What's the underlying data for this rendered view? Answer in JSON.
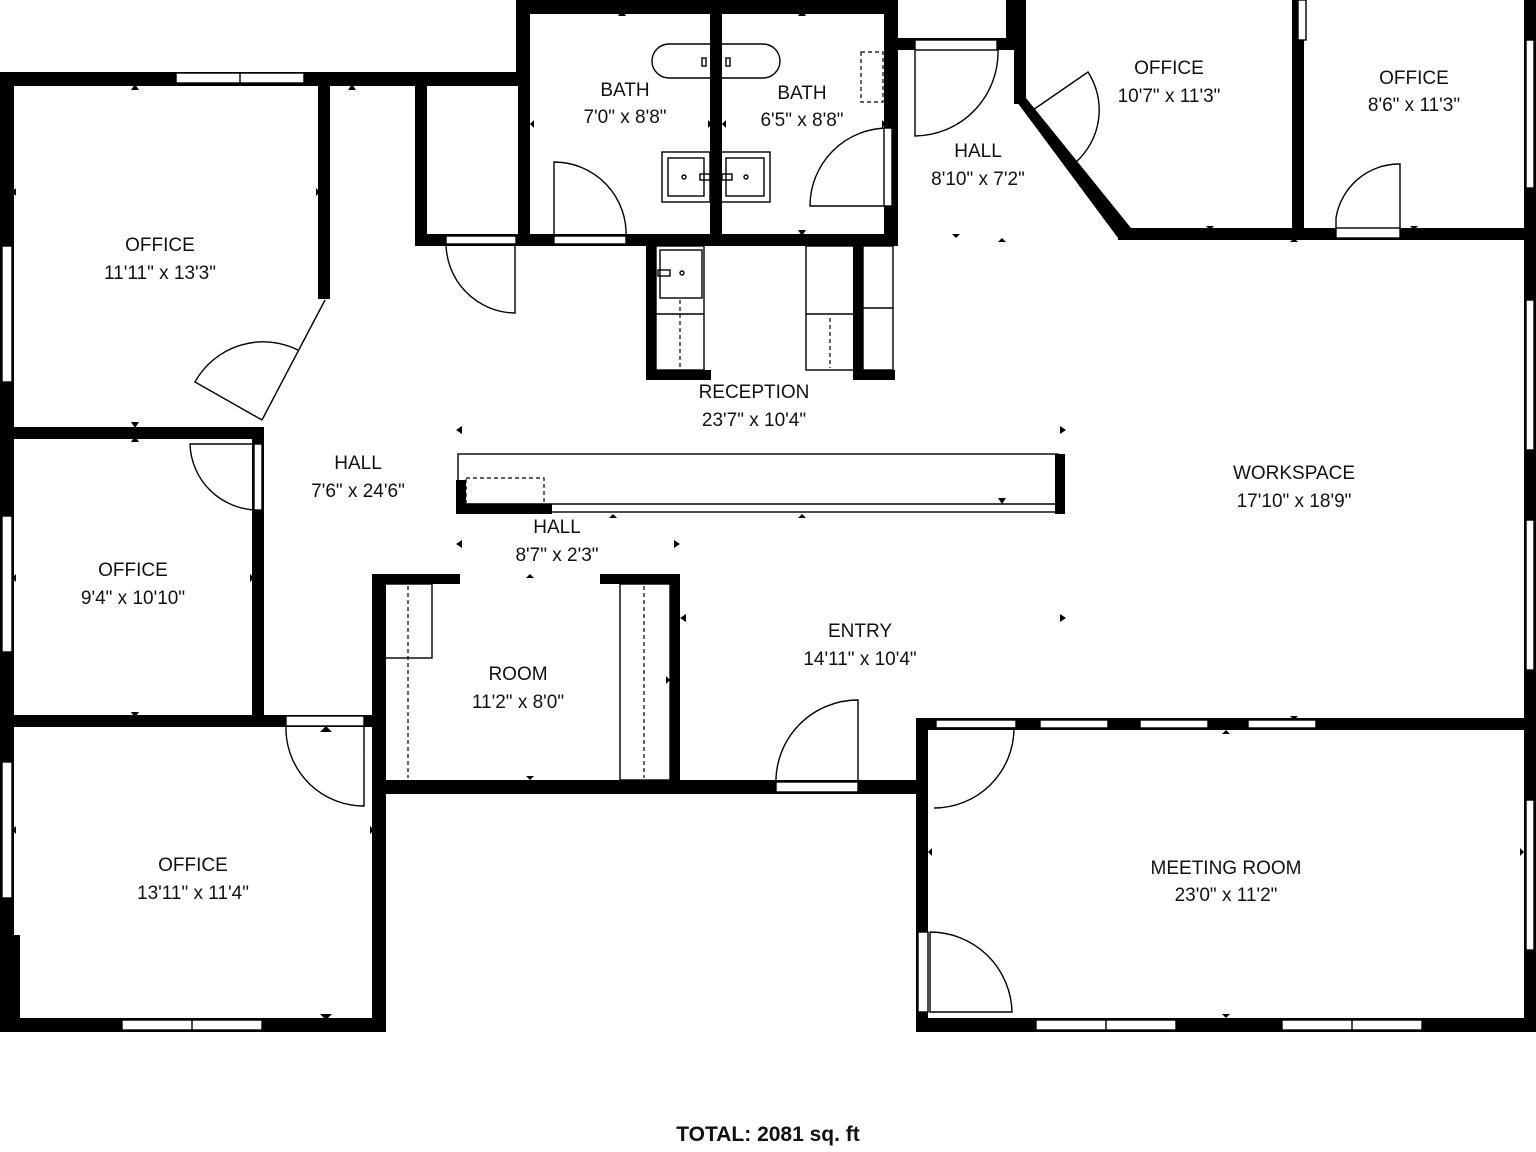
{
  "floorplan": {
    "rooms": [
      {
        "id": "office-1",
        "label": "OFFICE",
        "dims": "11'11\" x 13'3\""
      },
      {
        "id": "office-2",
        "label": "OFFICE",
        "dims": "9'4\" x 10'10\""
      },
      {
        "id": "office-3",
        "label": "OFFICE",
        "dims": "13'11\" x 11'4\""
      },
      {
        "id": "hall-1",
        "label": "HALL",
        "dims": "7'6\" x 24'6\""
      },
      {
        "id": "bath-1",
        "label": "BATH",
        "dims": "7'0\" x 8'8\""
      },
      {
        "id": "bath-2",
        "label": "BATH",
        "dims": "6'5\" x 8'8\""
      },
      {
        "id": "hall-2",
        "label": "HALL",
        "dims": "8'10\" x 7'2\""
      },
      {
        "id": "office-4",
        "label": "OFFICE",
        "dims": "10'7\" x 11'3\""
      },
      {
        "id": "office-5",
        "label": "OFFICE",
        "dims": "8'6\" x 11'3\""
      },
      {
        "id": "reception",
        "label": "RECEPTION",
        "dims": "23'7\" x 10'4\""
      },
      {
        "id": "hall-3",
        "label": "HALL",
        "dims": "8'7\" x 2'3\""
      },
      {
        "id": "room",
        "label": "ROOM",
        "dims": "11'2\" x 8'0\""
      },
      {
        "id": "entry",
        "label": "ENTRY",
        "dims": "14'11\" x 10'4\""
      },
      {
        "id": "workspace",
        "label": "WORKSPACE",
        "dims": "17'10\" x 18'9\""
      },
      {
        "id": "meeting-room",
        "label": "MEETING ROOM",
        "dims": "23'0\" x 11'2\""
      }
    ],
    "total": "TOTAL: 2081 sq. ft"
  }
}
